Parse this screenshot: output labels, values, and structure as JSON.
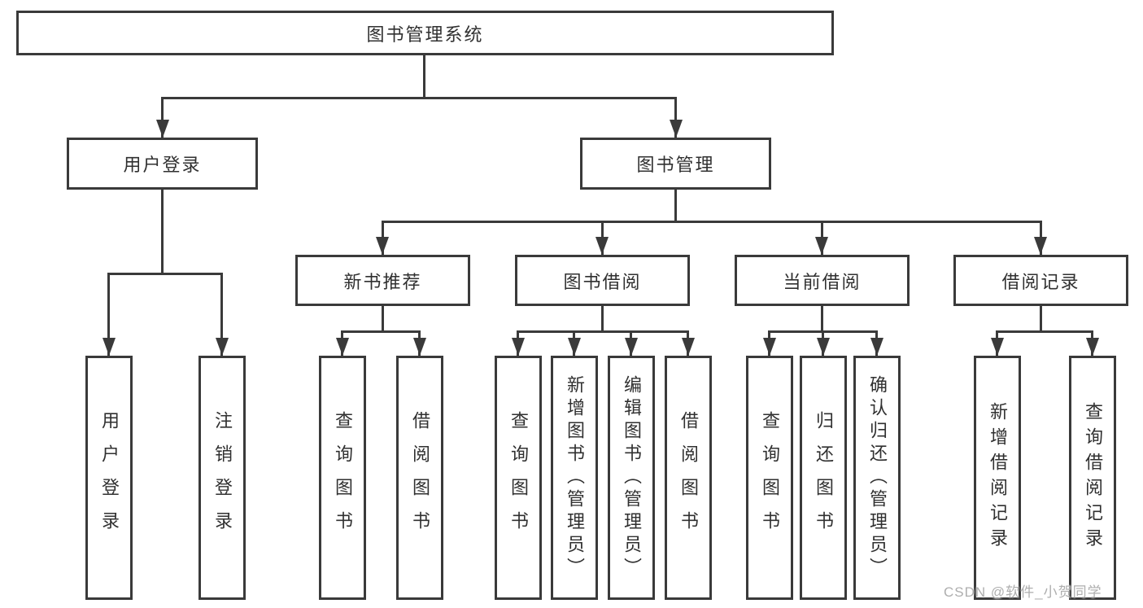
{
  "diagram": {
    "root": {
      "label": "图书管理系统"
    },
    "branches": [
      {
        "label": "用户登录",
        "children": [
          {
            "label": "用户登录"
          },
          {
            "label": "注销登录"
          }
        ]
      },
      {
        "label": "图书管理",
        "children": [
          {
            "label": "新书推荐",
            "children": [
              {
                "label": "查询图书"
              },
              {
                "label": "借阅图书"
              }
            ]
          },
          {
            "label": "图书借阅",
            "children": [
              {
                "label": "查询图书"
              },
              {
                "label": "新增图书（管理员）"
              },
              {
                "label": "编辑图书（管理员）"
              },
              {
                "label": "借阅图书"
              }
            ]
          },
          {
            "label": "当前借阅",
            "children": [
              {
                "label": "查询图书"
              },
              {
                "label": "归还图书"
              },
              {
                "label": "确认归还（管理员）"
              }
            ]
          },
          {
            "label": "借阅记录",
            "children": [
              {
                "label": "新增借阅记录"
              },
              {
                "label": "查询借阅记录"
              }
            ]
          }
        ]
      }
    ]
  },
  "watermark": {
    "text": "CSDN @软件_小贺同学"
  },
  "colors": {
    "line": "#3a3a3a",
    "box_text": "#303030",
    "background": "#ffffff",
    "watermark": "#aeaeae"
  }
}
